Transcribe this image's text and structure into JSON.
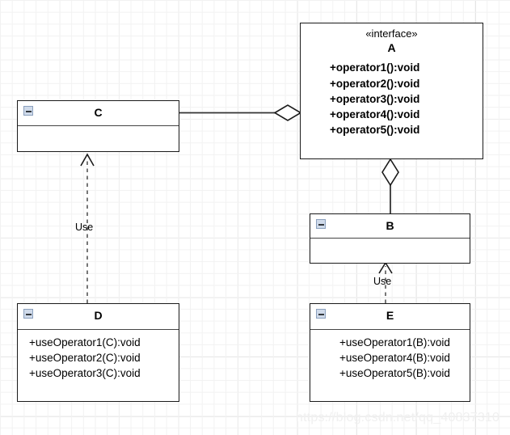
{
  "diagram": {
    "type": "uml-class-diagram",
    "watermark": "https://blog.csdn.net/qq_40837310",
    "collapse_icon": "minus-icon"
  },
  "classes": {
    "a": {
      "stereotype": "«interface»",
      "name": "A",
      "members": [
        "+operator1():void",
        "+operator2():void",
        "+operator3():void",
        "+operator4():void",
        "+operator5():void"
      ]
    },
    "b": {
      "name": "B",
      "members": []
    },
    "c": {
      "name": "C",
      "members": []
    },
    "d": {
      "name": "D",
      "members": [
        "+useOperator1(C):void",
        "+useOperator2(C):void",
        "+useOperator3(C):void"
      ]
    },
    "e": {
      "name": "E",
      "members": [
        "+useOperator1(B):void",
        "+useOperator4(B):void",
        "+useOperator5(B):void"
      ]
    }
  },
  "edges": {
    "c_to_a": {
      "kind": "aggregation",
      "label": ""
    },
    "a_to_b": {
      "kind": "aggregation",
      "label": ""
    },
    "d_to_c": {
      "kind": "dependency",
      "label": "Use"
    },
    "e_to_b": {
      "kind": "dependency",
      "label": "Use"
    }
  },
  "colors": {
    "box_border": "#1a1a1a",
    "line": "#333333",
    "grid_minor": "#f2f2f2",
    "grid_major": "#d9d9d9",
    "collapse_fill": "#cfdaea"
  }
}
